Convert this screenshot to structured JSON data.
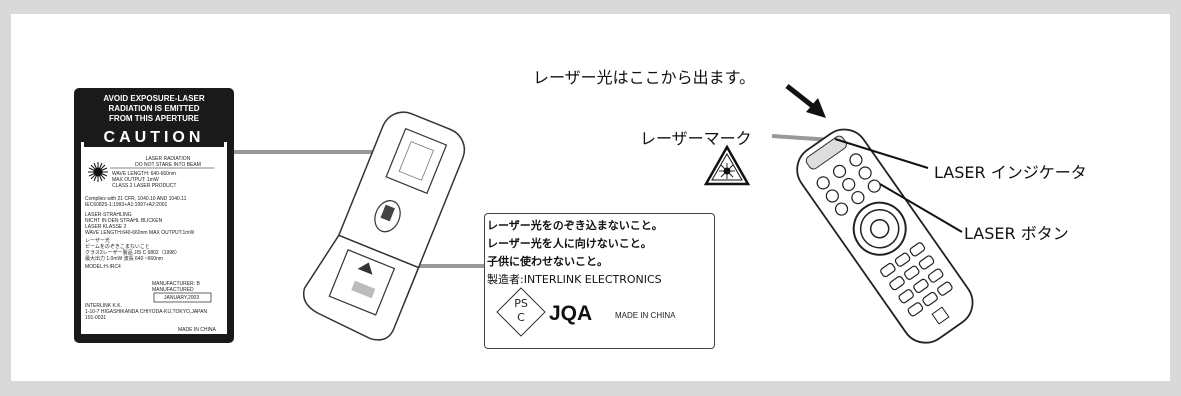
{
  "caution_label": {
    "header": "AVOID EXPOSURE-LASER\nRADIATION IS EMITTED\nFROM THIS APERTURE",
    "title": "CAUTION",
    "radiation_text": "LASER RADIATION\nDO NOT STARE INTO BEAM",
    "specs": "WAVE LENGTH: 640-660nm\nMAX OUTPUT: 1mW\nCLASS 2 LASER PRODUCT",
    "complies": "Complies with 21 CFR, 1040.10 AND 1040.11\nIEC60825-1:1993+A1:1997+A2:2001",
    "german": "LASER-STRAHLING\nNICHT IN DEN STRAHL BLICKEN\nLASER KLASSE 2\nWAVE LENGTH:640-660nm MAX OUTPUT:1mW",
    "japanese": "レーザー光\nビームをのぞきこまないこと\nクラス2レーザー製品 JIS C 6802（1998）\n最大出力 1.0mW 波長 640 ~660nm",
    "model": "MODEL:H-IRC4",
    "manufacturer": "MANUFACTURER:     B\nMANUFACTURED",
    "date": "JANUARY,2003",
    "company": "INTERLINK K.K.\n1-10-7 HIGASHIKANDA CHIYODA-KU,TOKYO,JAPAN\n101-0031",
    "made_in": "MADE IN CHINA"
  },
  "warning_label": {
    "line1": "レーザー光をのぞき込まないこと。",
    "line2": "レーザー光を人に向けないこと。",
    "line3": "子供に使わせないこと。",
    "line4": "製造者:INTERLINK ELECTRONICS",
    "ps_mark": "PS\nC",
    "jqa": "JQA",
    "made_in": "MADE IN CHINA"
  },
  "callouts": {
    "emission": "レーザー光はここから出ます。",
    "mark": "レーザーマーク",
    "indicator": "LASER インジケータ",
    "button": "LASER ボタン"
  }
}
